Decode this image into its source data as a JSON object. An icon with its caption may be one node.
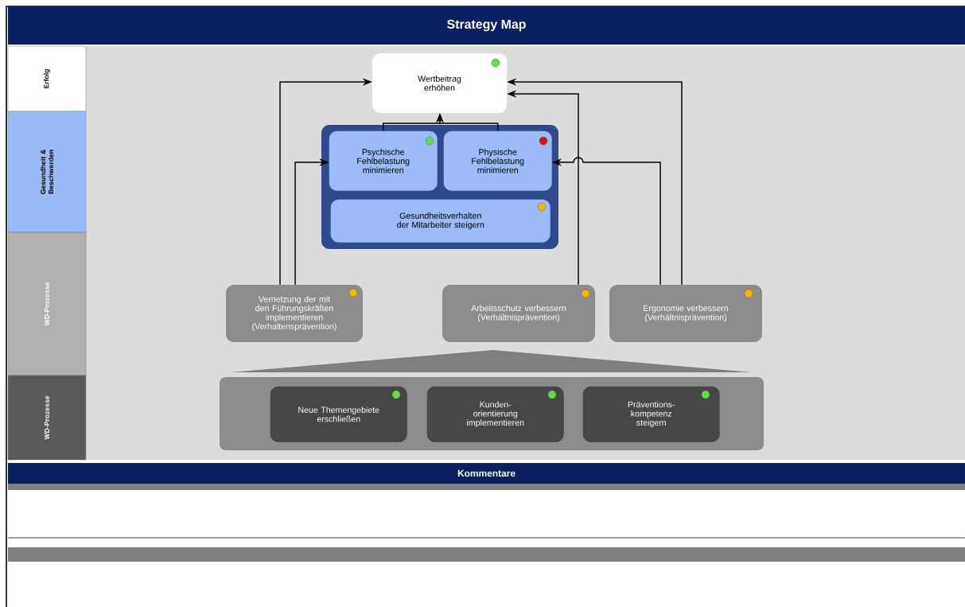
{
  "diagram": {
    "title": "Strategy Map",
    "nodes": [
      {
        "text": [
          "Erfolg"
        ]
      },
      {
        "text": [
          "Gesundheit & Beschwerden"
        ]
      },
      {
        "text": [
          "WD-Prozesse"
        ]
      },
      {
        "text": [
          "WD-Prozesse"
        ]
      },
      {
        "text": [
          "Wertbeitrag erhöhen"
        ]
      },
      {
        "text": [],
        "shape": "box"
      },
      {
        "text": [
          "Psychische Fehlbelastung minimieren"
        ],
        "in": 5
      },
      {
        "text": [
          "Physische Fehlbelastung minimieren"
        ],
        "in": 5
      },
      {
        "text": [
          "Gesundheitsverhalten der Mitarbeiter steigern"
        ],
        "in": 5
      },
      {
        "text": [
          "Vernetzung der mit den Führungskräften implementieren (Verhaltensprävention)"
        ]
      },
      {
        "text": [
          "Arbeitsschutz verbessern (Verhältnisprävention)"
        ]
      },
      {
        "text": [
          "Ergonomie verbessern (Verhältnisprävention)"
        ]
      },
      {
        "text": [],
        "shape": "box"
      },
      {
        "text": [
          "Neue Themengebiete erschließen"
        ],
        "in": 12
      },
      {
        "text": [
          "Kunden- orientierung implementieren"
        ],
        "in": 12
      },
      {
        "text": [
          "Präventions- kompetenz steigern"
        ],
        "in": 12
      },
      {
        "text": [],
        "shape": "triangle"
      }
    ],
    "edges": [
      {
        "from": 9,
        "to": 4,
        "arrow": "to"
      },
      {
        "from": 9,
        "to": 6,
        "arrow": "to"
      },
      {
        "from": 6,
        "to": 4,
        "arrow": "to"
      },
      {
        "from": 7,
        "to": 4,
        "arrow": "to"
      },
      {
        "from": 10,
        "to": 4,
        "arrow": "to"
      },
      {
        "from": 11,
        "to": 7,
        "arrow": "to"
      },
      {
        "from": 11,
        "to": 4,
        "arrow": "to"
      }
    ],
    "labels": [
      "Kommentare"
    ]
  }
}
